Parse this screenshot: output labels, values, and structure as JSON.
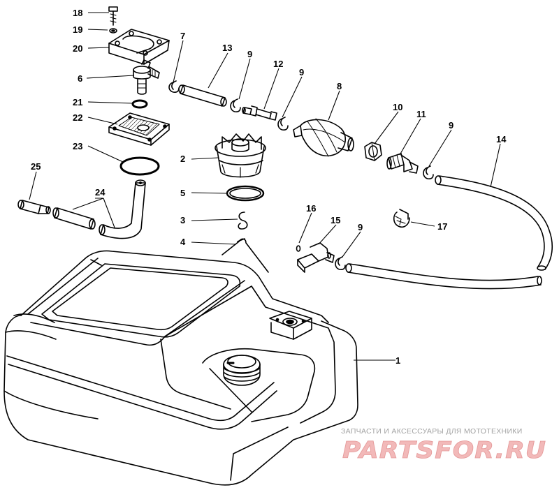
{
  "part_labels": [
    "1",
    "2",
    "3",
    "4",
    "5",
    "6",
    "7",
    "8",
    "9",
    "10",
    "11",
    "12",
    "13",
    "14",
    "15",
    "16",
    "17",
    "18",
    "19",
    "20",
    "21",
    "22",
    "23",
    "24",
    "25"
  ],
  "watermark": {
    "tagline": "ЗАПЧАСТИ И АКСЕССУАРЫ ДЛЯ МОТОТЕХНИКИ",
    "brand": "PARTSFOR.RU"
  }
}
